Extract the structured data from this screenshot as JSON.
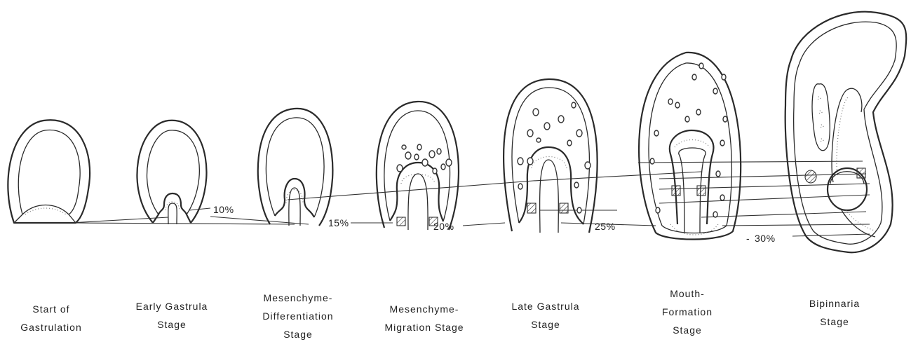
{
  "stages": [
    {
      "id": "start",
      "label": "Start of\nGastrulation"
    },
    {
      "id": "early",
      "label": "Early Gastrula\nStage"
    },
    {
      "id": "diff",
      "label": "Mesenchyme-\nDifferentiation\nStage"
    },
    {
      "id": "migr",
      "label": "Mesenchyme-\nMigration Stage"
    },
    {
      "id": "late",
      "label": "Late Gastrula\nStage"
    },
    {
      "id": "mouth",
      "label": "Mouth-\nFormation\nStage"
    },
    {
      "id": "bip",
      "label": "Bipinnaria\nStage"
    }
  ],
  "percentages": [
    "10%",
    "15%",
    "20%",
    "25%",
    "30%"
  ]
}
